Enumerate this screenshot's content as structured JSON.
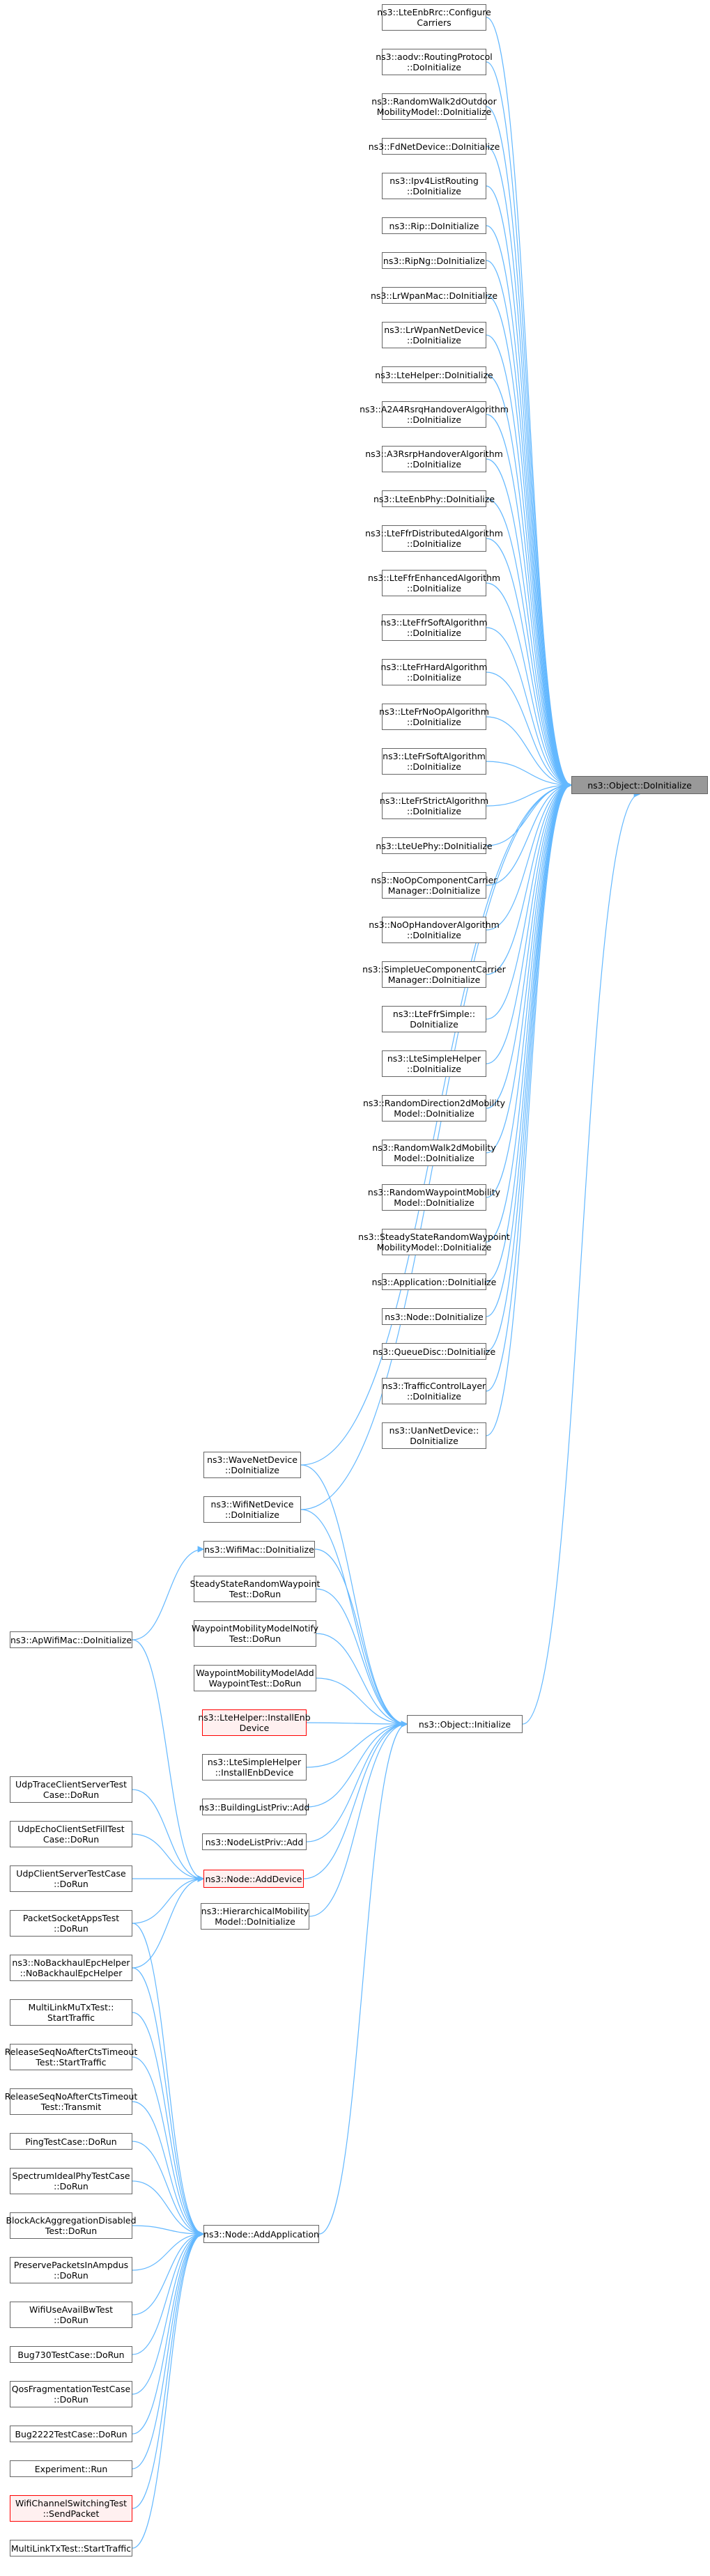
{
  "graph": {
    "edge_color": "#63b8ff",
    "border_color": "#666666",
    "highlight_border_color": "#ff0000",
    "highlight_fill_color": "#fff0f0",
    "target_fill_color": "#999999",
    "nodes": [
      {
        "id": "n0",
        "label": "ns3::LteEnbRrc::Configure\nCarriers"
      },
      {
        "id": "n1",
        "label": "ns3::aodv::RoutingProtocol\n::DoInitialize"
      },
      {
        "id": "n2",
        "label": "ns3::RandomWalk2dOutdoor\nMobilityModel::DoInitialize"
      },
      {
        "id": "n3",
        "label": "ns3::FdNetDevice::DoInitialize"
      },
      {
        "id": "n4",
        "label": "ns3::Ipv4ListRouting\n::DoInitialize"
      },
      {
        "id": "n5",
        "label": "ns3::Rip::DoInitialize"
      },
      {
        "id": "n6",
        "label": "ns3::RipNg::DoInitialize"
      },
      {
        "id": "n7",
        "label": "ns3::LrWpanMac::DoInitialize"
      },
      {
        "id": "n8",
        "label": "ns3::LrWpanNetDevice\n::DoInitialize"
      },
      {
        "id": "n9",
        "label": "ns3::LteHelper::DoInitialize"
      },
      {
        "id": "n10",
        "label": "ns3::A2A4RsrqHandoverAlgorithm\n::DoInitialize"
      },
      {
        "id": "n11",
        "label": "ns3::A3RsrpHandoverAlgorithm\n::DoInitialize"
      },
      {
        "id": "n12",
        "label": "ns3::LteEnbPhy::DoInitialize"
      },
      {
        "id": "n13",
        "label": "ns3::LteFfrDistributedAlgorithm\n::DoInitialize"
      },
      {
        "id": "n14",
        "label": "ns3::LteFfrEnhancedAlgorithm\n::DoInitialize"
      },
      {
        "id": "n15",
        "label": "ns3::LteFfrSoftAlgorithm\n::DoInitialize"
      },
      {
        "id": "n16",
        "label": "ns3::LteFrHardAlgorithm\n::DoInitialize"
      },
      {
        "id": "n17",
        "label": "ns3::LteFrNoOpAlgorithm\n::DoInitialize"
      },
      {
        "id": "n18",
        "label": "ns3::LteFrSoftAlgorithm\n::DoInitialize"
      },
      {
        "id": "n19",
        "label": "ns3::LteFrStrictAlgorithm\n::DoInitialize"
      },
      {
        "id": "n20",
        "label": "ns3::LteUePhy::DoInitialize"
      },
      {
        "id": "n21",
        "label": "ns3::NoOpComponentCarrier\nManager::DoInitialize"
      },
      {
        "id": "n22",
        "label": "ns3::NoOpHandoverAlgorithm\n::DoInitialize"
      },
      {
        "id": "n23",
        "label": "ns3::SimpleUeComponentCarrier\nManager::DoInitialize"
      },
      {
        "id": "n24",
        "label": "ns3::LteFfrSimple::\nDoInitialize"
      },
      {
        "id": "n25",
        "label": "ns3::LteSimpleHelper\n::DoInitialize"
      },
      {
        "id": "n26",
        "label": "ns3::RandomDirection2dMobility\nModel::DoInitialize"
      },
      {
        "id": "n27",
        "label": "ns3::RandomWalk2dMobility\nModel::DoInitialize"
      },
      {
        "id": "n28",
        "label": "ns3::RandomWaypointMobility\nModel::DoInitialize"
      },
      {
        "id": "n29",
        "label": "ns3::SteadyStateRandomWaypoint\nMobilityModel::DoInitialize"
      },
      {
        "id": "n30",
        "label": "ns3::Application::DoInitialize"
      },
      {
        "id": "n31",
        "label": "ns3::Node::DoInitialize"
      },
      {
        "id": "n32",
        "label": "ns3::QueueDisc::DoInitialize"
      },
      {
        "id": "n33",
        "label": "ns3::TrafficControlLayer\n::DoInitialize"
      },
      {
        "id": "n34",
        "label": "ns3::UanNetDevice::\nDoInitialize"
      },
      {
        "id": "target",
        "label": "ns3::Object::DoInitialize"
      },
      {
        "id": "w0",
        "label": "ns3::WaveNetDevice\n::DoInitialize"
      },
      {
        "id": "w1",
        "label": "ns3::WifiNetDevice\n::DoInitialize"
      },
      {
        "id": "w2",
        "label": "ns3::WifiMac::DoInitialize"
      },
      {
        "id": "apw",
        "label": "ns3::ApWifiMac::DoInitialize"
      },
      {
        "id": "w3",
        "label": "SteadyStateRandomWaypoint\nTest::DoRun"
      },
      {
        "id": "w4",
        "label": "WaypointMobilityModelNotify\nTest::DoRun"
      },
      {
        "id": "w5",
        "label": "WaypointMobilityModelAdd\nWaypointTest::DoRun"
      },
      {
        "id": "w6",
        "label": "ns3::LteHelper::InstallEnb\nDevice"
      },
      {
        "id": "w7",
        "label": "ns3::LteSimpleHelper\n::InstallEnbDevice"
      },
      {
        "id": "w8",
        "label": "ns3::BuildingListPriv::Add"
      },
      {
        "id": "w9",
        "label": "ns3::NodeListPriv::Add"
      },
      {
        "id": "w10",
        "label": "ns3::HierarchicalMobility\nModel::DoInitialize"
      },
      {
        "id": "init",
        "label": "ns3::Object::Initialize"
      },
      {
        "id": "adddev",
        "label": "ns3::Node::AddDevice"
      },
      {
        "id": "addapp",
        "label": "ns3::Node::AddApplication"
      },
      {
        "id": "c0",
        "label": "UdpTraceClientServerTest\nCase::DoRun"
      },
      {
        "id": "c1",
        "label": "UdpEchoClientSetFillTest\nCase::DoRun"
      },
      {
        "id": "c2",
        "label": "UdpClientServerTestCase\n::DoRun"
      },
      {
        "id": "c3",
        "label": "PacketSocketAppsTest\n::DoRun"
      },
      {
        "id": "c4",
        "label": "ns3::NoBackhaulEpcHelper\n::NoBackhaulEpcHelper"
      },
      {
        "id": "c5",
        "label": "MultiLinkMuTxTest::\nStartTraffic"
      },
      {
        "id": "c6",
        "label": "ReleaseSeqNoAfterCtsTimeout\nTest::StartTraffic"
      },
      {
        "id": "c7",
        "label": "ReleaseSeqNoAfterCtsTimeout\nTest::Transmit"
      },
      {
        "id": "c8",
        "label": "PingTestCase::DoRun"
      },
      {
        "id": "c9",
        "label": "SpectrumIdealPhyTestCase\n::DoRun"
      },
      {
        "id": "c10",
        "label": "BlockAckAggregationDisabled\nTest::DoRun"
      },
      {
        "id": "c11",
        "label": "PreservePacketsInAmpdus\n::DoRun"
      },
      {
        "id": "c12",
        "label": "WifiUseAvailBwTest\n::DoRun"
      },
      {
        "id": "c13",
        "label": "Bug730TestCase::DoRun"
      },
      {
        "id": "c14",
        "label": "QosFragmentationTestCase\n::DoRun"
      },
      {
        "id": "c15",
        "label": "Bug2222TestCase::DoRun"
      },
      {
        "id": "c16",
        "label": "Experiment::Run"
      },
      {
        "id": "c17",
        "label": "WifiChannelSwitchingTest\n::SendPacket"
      },
      {
        "id": "c18",
        "label": "MultiLinkTxTest::StartTraffic"
      }
    ]
  }
}
